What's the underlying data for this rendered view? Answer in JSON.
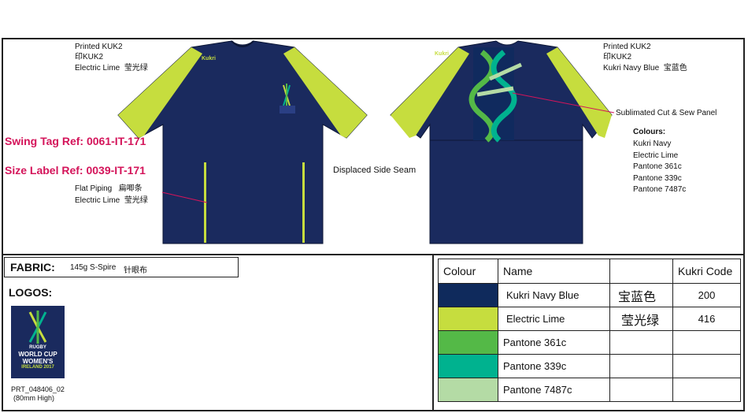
{
  "front": {
    "printed_label": "Printed KUK2",
    "print_cn": "印KUK2",
    "colour_label": "Electric Lime",
    "colour_cn": "莹光绿",
    "swing_tag": "Swing Tag Ref: 0061-IT-171",
    "size_label": "Size Label Ref: 0039-IT-171",
    "piping_label": "Flat Piping",
    "piping_cn": "扁唧条",
    "piping_colour": "Electric Lime",
    "piping_colour_cn": "莹光绿",
    "center_note": "Displaced Side Seam",
    "brand": "Kukri"
  },
  "back": {
    "printed_label": "Printed KUK2",
    "print_cn": "印KUK2",
    "colour_label": "Kukri Navy Blue",
    "colour_cn": "宝蓝色",
    "panel_label": "Sublimated Cut & Sew Panel",
    "colours_title": "Colours:",
    "colours_list": [
      "Kukri Navy",
      "Electric Lime",
      "Pantone 361c",
      "Pantone 339c",
      "Pantone 7487c"
    ],
    "brand": "Kukri"
  },
  "fabric": {
    "label": "FABRIC:",
    "value": "145g S-Spire",
    "value_cn": "针眼布"
  },
  "logos": {
    "label": "LOGOS:",
    "logo_line1": "RUGBY",
    "logo_line2": "WORLD CUP",
    "logo_line3": "WOMEN'S",
    "logo_line4": "IRELAND 2017",
    "ref": "PRT_048406_02",
    "size": "(80mm High)"
  },
  "colour_table": {
    "headers": [
      "Colour",
      "Name",
      "",
      "Kukri Code"
    ],
    "rows": [
      {
        "color": "#0f2a5c",
        "name": "Kukri Navy Blue",
        "cn": "宝蓝色",
        "code": "200"
      },
      {
        "color": "#c6dd3e",
        "name": "Electric Lime",
        "cn": "莹光绿",
        "code": "416"
      },
      {
        "color": "#54b947",
        "name": "Pantone 361c",
        "cn": "",
        "code": ""
      },
      {
        "color": "#00b28f",
        "name": "Pantone 339c",
        "cn": "",
        "code": ""
      },
      {
        "color": "#b4dba5",
        "name": "Pantone 7487c",
        "cn": "",
        "code": ""
      }
    ]
  },
  "colors": {
    "navy": "#1a2a5e",
    "lime": "#c6dd3e",
    "ref_pink": "#d4145a"
  }
}
